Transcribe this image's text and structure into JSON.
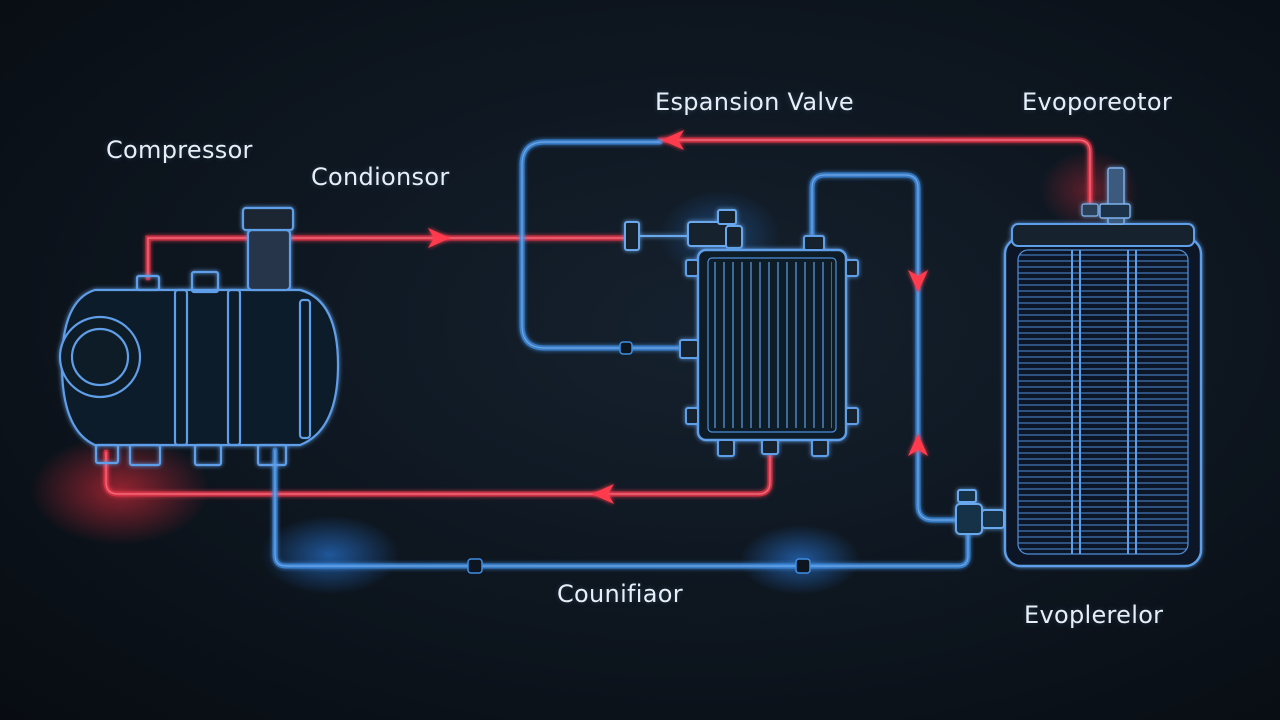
{
  "labels": {
    "compressor": "Compressor",
    "condensor": "Condionsor",
    "expansion_valve": "Espansion Valve",
    "evaporator_top": "Evoporeotor",
    "bottom_line": "Counifiaor",
    "evaporator_bottom": "Evoplerelor"
  },
  "colors": {
    "background": "#0b1118",
    "hot_line": "#e0354a",
    "cold_line": "#3f8fe6",
    "component_outline": "#5f9ee8",
    "label_text": "#e8eef5"
  }
}
